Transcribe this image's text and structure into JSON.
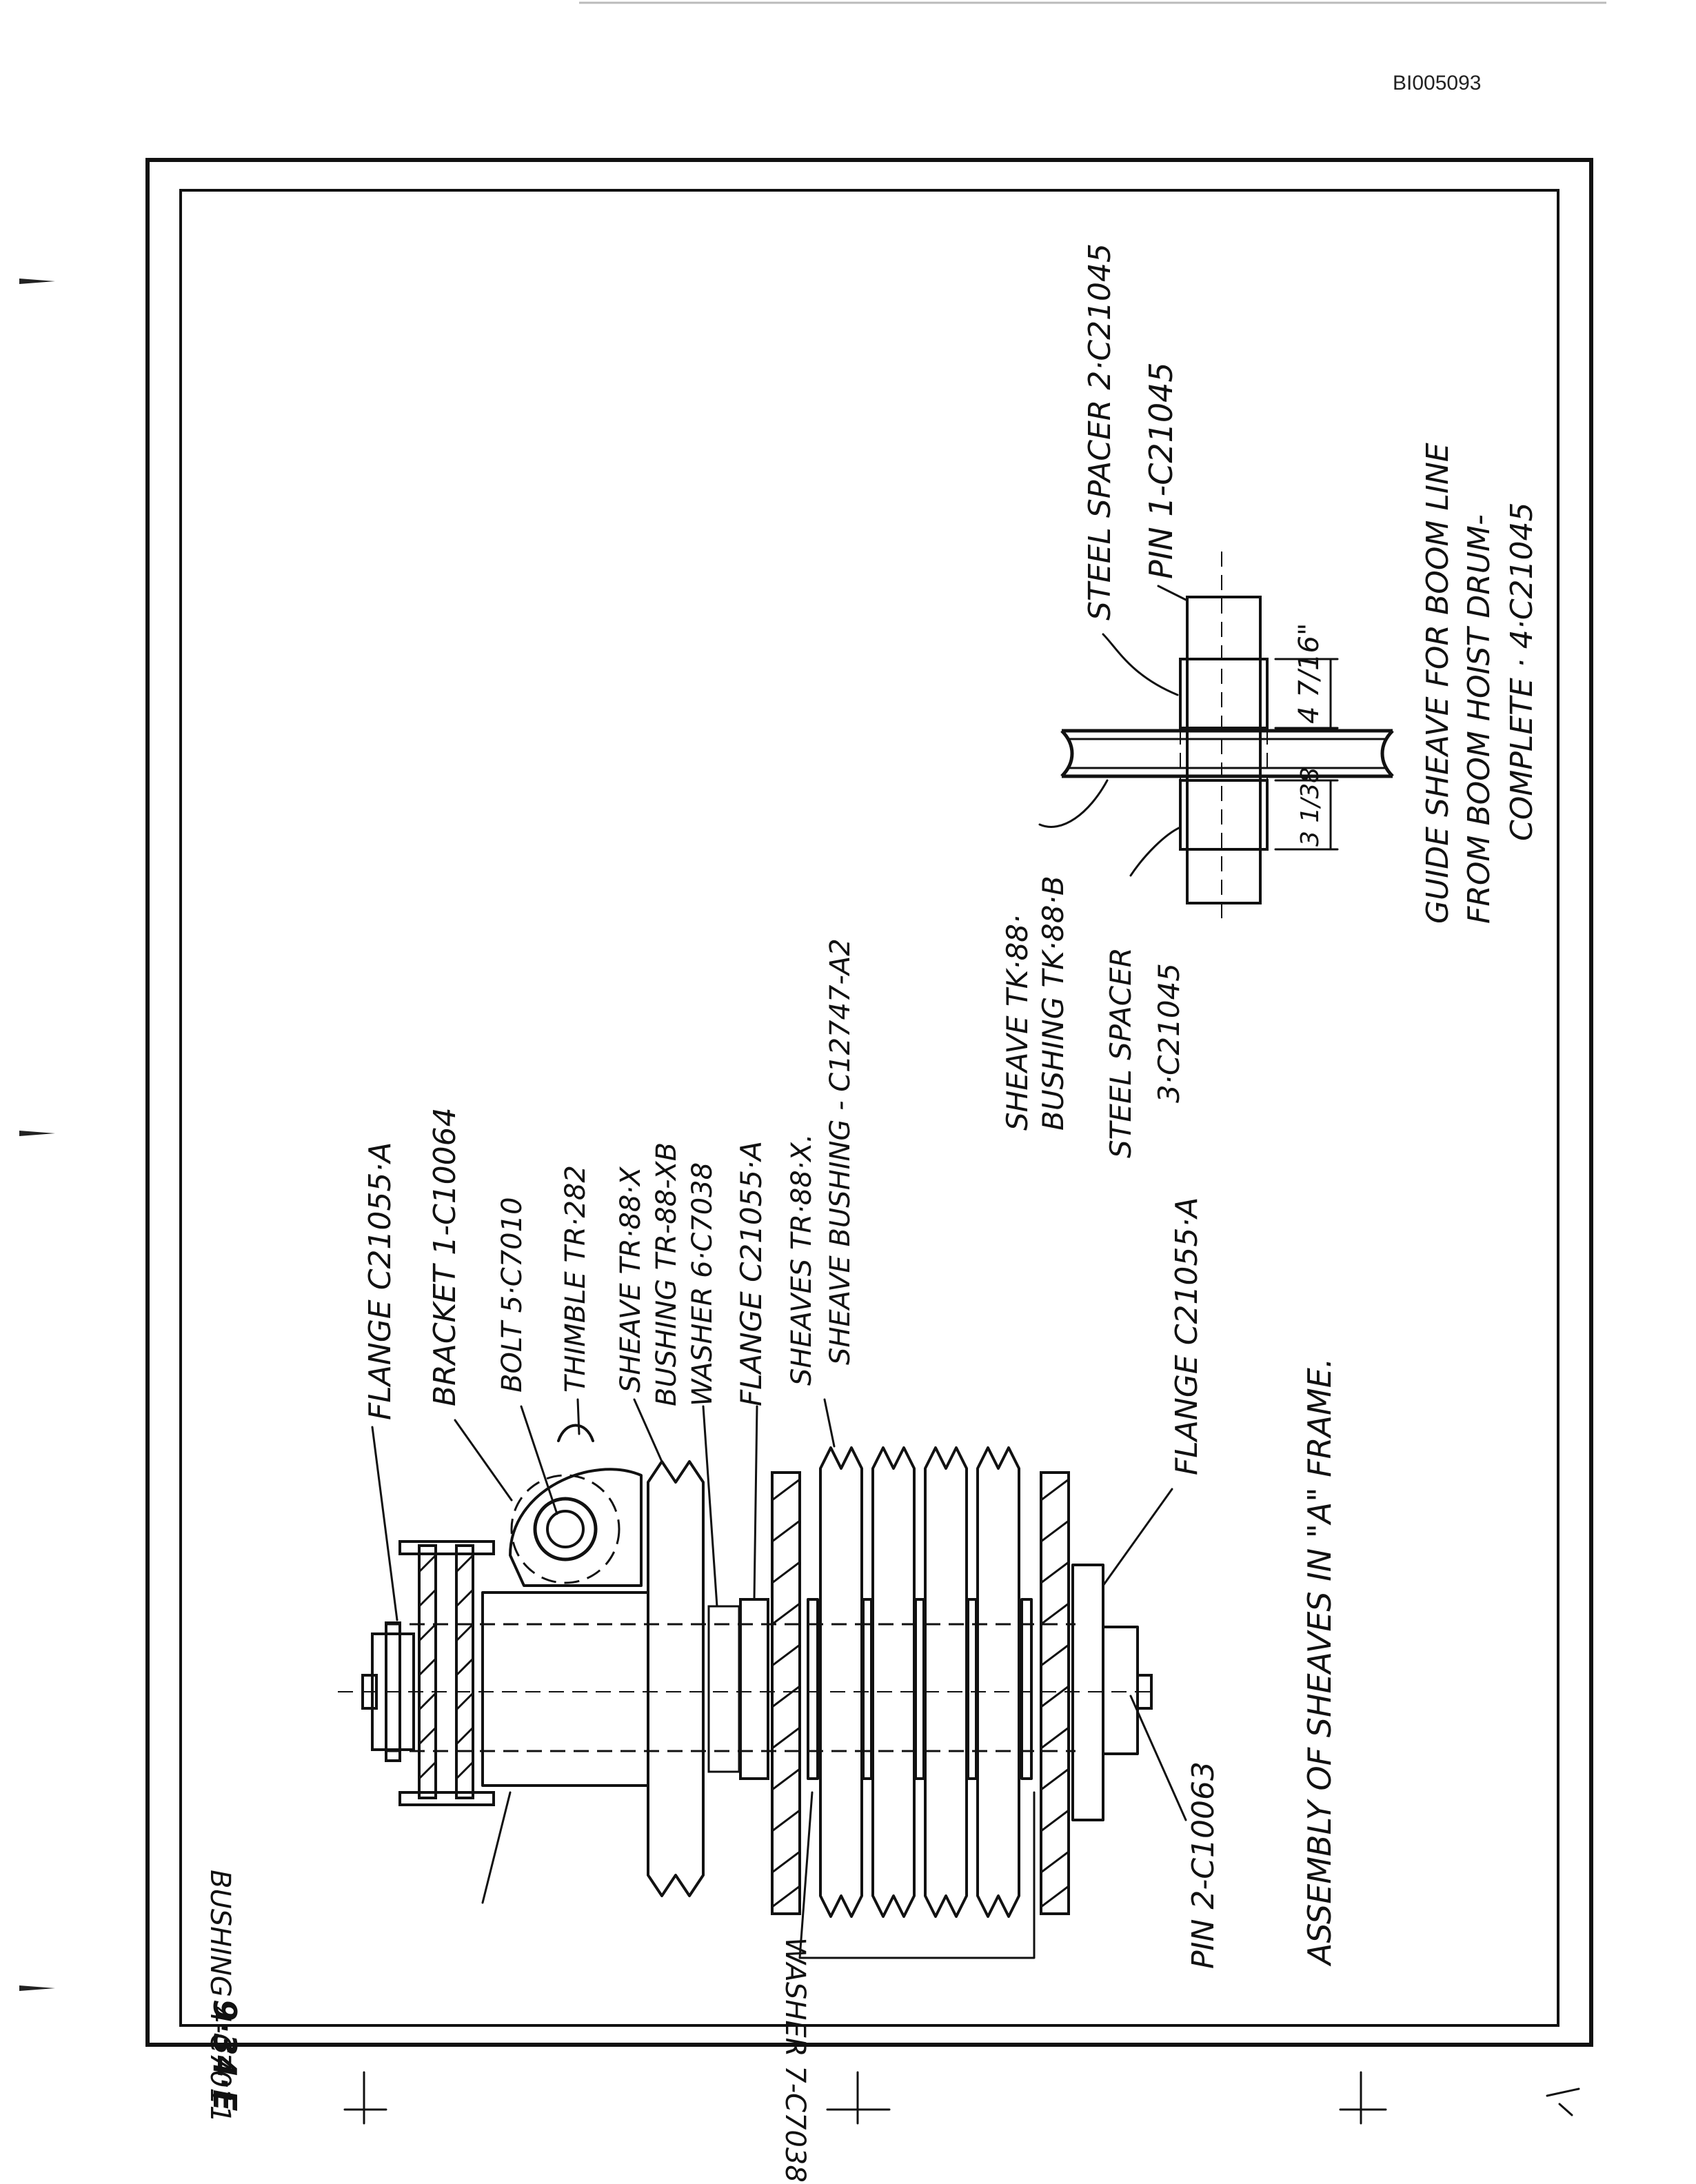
{
  "doc_id": "BI005093",
  "sheet_number": "9·34·E",
  "assembly_title": "ASSEMBLY OF SHEAVES IN \"A\" FRAME.",
  "assembly_labels": {
    "flange_top": "FLANGE C21055·A",
    "bracket": "BRACKET 1-C10064",
    "bolt": "BOLT 5·C7010",
    "thimble": "THIMBLE TR·282",
    "sheave": "SHEAVE TR·88·X",
    "bushing_tr": "BUSHING TR-88-XB",
    "washer_6": "WASHER 6·C7038",
    "flange_mid": "FLANGE C21055·A",
    "sheaves_multi": "SHEAVES TR·88·X.",
    "sheave_bushing": "SHEAVE BUSHING - C12747-A2",
    "flange_bottom": "FLANGE C21055·A",
    "bushing_4": "BUSHING 4-C7011",
    "washer_7": "WASHER 7-C7038",
    "pin_2": "PIN 2-C10063"
  },
  "guide_labels": {
    "steel_spacer_2": "STEEL SPACER 2·C21045",
    "pin_1": "PIN 1-C21045",
    "sheave_tk": "SHEAVE TK·88·",
    "bushing_tk": "BUSHING TK·88·B",
    "steel_spacer_3": "STEEL SPACER",
    "steel_spacer_3_code": "3·C21045",
    "dim_upper": "4 7/16\"",
    "dim_lower": "3 1/38"
  },
  "guide_title": {
    "line1": "GUIDE SHEAVE FOR BOOM LINE",
    "line2": "FROM BOOM HOIST DRUM-",
    "line3": "COMPLETE · 4·C21045"
  }
}
